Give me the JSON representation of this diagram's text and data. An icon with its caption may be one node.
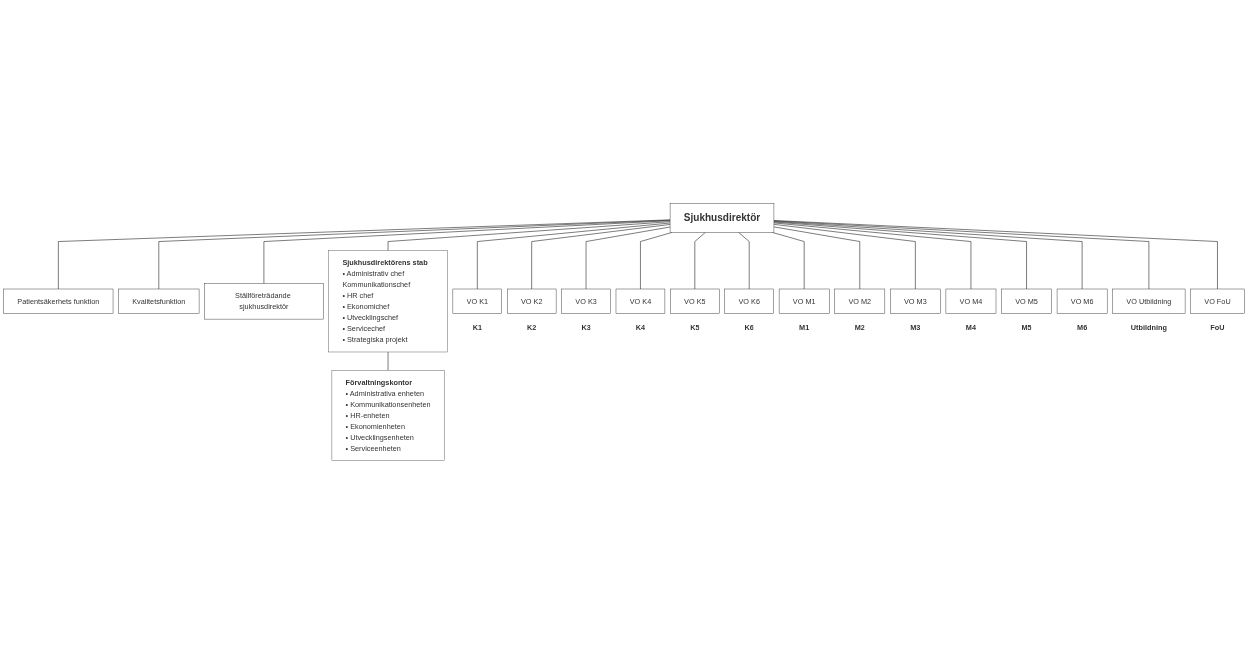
{
  "diagram": {
    "nodes": [
      {
        "text": [
          "Sjukhusdirektör"
        ]
      },
      {
        "text": [
          "Patientsäkerhets funktion"
        ]
      },
      {
        "text": [
          "Kvalitetsfunktion"
        ]
      },
      {
        "text": [
          "Ställföreträdande sjukhusdirektör"
        ]
      },
      {
        "text": [
          "Sjukhusdirektörens stab",
          "• Administrativ chef Kommunikationschef",
          "• HR chef",
          "• Ekonomichef",
          "• Utvecklingschef",
          "• Servicechef",
          "• Strategiska projekt"
        ]
      },
      {
        "text": [
          "Förvaltningskontor",
          "• Administrativa enheten",
          "• Kommunikationsenheten",
          "• HR-enheten",
          "• Ekonomienheten",
          "• Utvecklingsenheten",
          "• Serviceenheten"
        ]
      },
      {
        "text": [
          "VO K1"
        ],
        "beside": [
          "K1"
        ]
      },
      {
        "text": [
          "VO K2"
        ],
        "beside": [
          "K2"
        ]
      },
      {
        "text": [
          "VO K3"
        ],
        "beside": [
          "K3"
        ]
      },
      {
        "text": [
          "VO K4"
        ],
        "beside": [
          "K4"
        ]
      },
      {
        "text": [
          "VO K5"
        ],
        "beside": [
          "K5"
        ]
      },
      {
        "text": [
          "VO K6"
        ],
        "beside": [
          "K6"
        ]
      },
      {
        "text": [
          "VO M1"
        ],
        "beside": [
          "M1"
        ]
      },
      {
        "text": [
          "VO M2"
        ],
        "beside": [
          "M2"
        ]
      },
      {
        "text": [
          "VO M3"
        ],
        "beside": [
          "M3"
        ]
      },
      {
        "text": [
          "VO M4"
        ],
        "beside": [
          "M4"
        ]
      },
      {
        "text": [
          "VO M5"
        ],
        "beside": [
          "M5"
        ]
      },
      {
        "text": [
          "VO M6"
        ],
        "beside": [
          "M6"
        ]
      },
      {
        "text": [
          "VO Utbildning"
        ],
        "beside": [
          "Utbildning"
        ]
      },
      {
        "text": [
          "VO FoU"
        ],
        "beside": [
          "FoU"
        ]
      }
    ],
    "edges": [
      {
        "from": 0,
        "to": 1,
        "arrow": "none"
      },
      {
        "from": 0,
        "to": 2,
        "arrow": "none"
      },
      {
        "from": 0,
        "to": 3,
        "arrow": "none"
      },
      {
        "from": 0,
        "to": 4,
        "arrow": "none"
      },
      {
        "from": 4,
        "to": 5,
        "arrow": "none"
      },
      {
        "from": 0,
        "to": 6,
        "arrow": "none"
      },
      {
        "from": 0,
        "to": 7,
        "arrow": "none"
      },
      {
        "from": 0,
        "to": 8,
        "arrow": "none"
      },
      {
        "from": 0,
        "to": 9,
        "arrow": "none"
      },
      {
        "from": 0,
        "to": 10,
        "arrow": "none"
      },
      {
        "from": 0,
        "to": 11,
        "arrow": "none"
      },
      {
        "from": 0,
        "to": 12,
        "arrow": "none"
      },
      {
        "from": 0,
        "to": 13,
        "arrow": "none"
      },
      {
        "from": 0,
        "to": 14,
        "arrow": "none"
      },
      {
        "from": 0,
        "to": 15,
        "arrow": "none"
      },
      {
        "from": 0,
        "to": 16,
        "arrow": "none"
      },
      {
        "from": 0,
        "to": 17,
        "arrow": "none"
      },
      {
        "from": 0,
        "to": 18,
        "arrow": "none"
      },
      {
        "from": 0,
        "to": 19,
        "arrow": "none"
      }
    ]
  }
}
